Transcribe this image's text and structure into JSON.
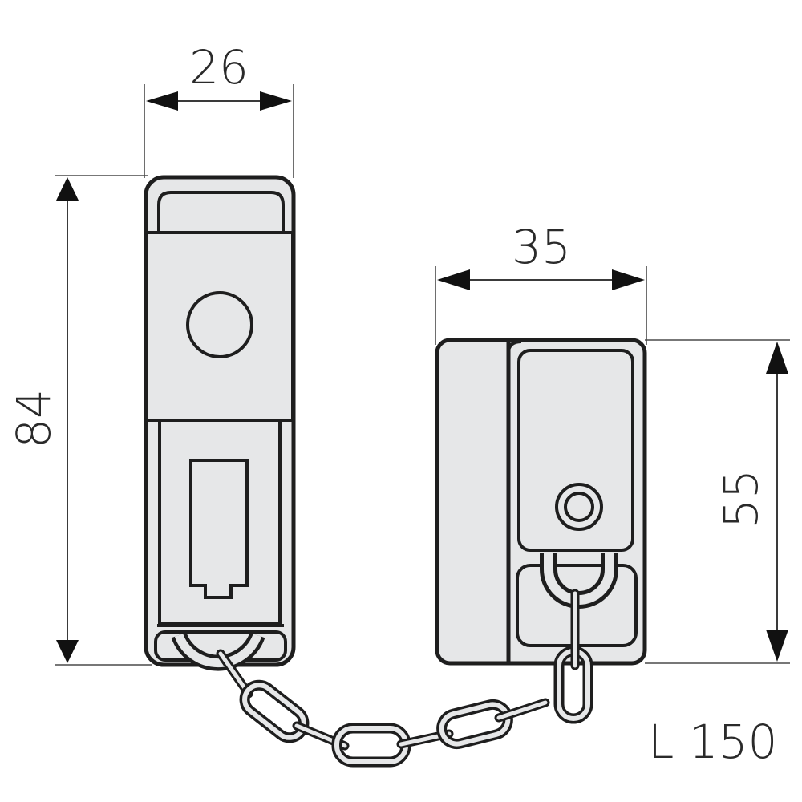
{
  "drawing": {
    "subject": "door-chain-technical-drawing",
    "colors": {
      "background": "#ffffff",
      "part_fill": "#e6e7e8",
      "outline": "#1e1e1e",
      "dimension_line": "#3a3a3a"
    },
    "dimensions": {
      "slide_width": "26",
      "slide_height": "84",
      "catch_width": "35",
      "catch_height": "55",
      "chain_length": "L 150"
    }
  }
}
